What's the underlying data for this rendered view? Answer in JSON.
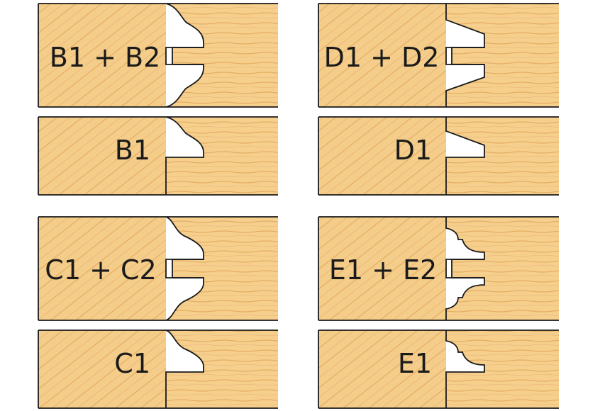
{
  "colors": {
    "wood": "#f5cd8a",
    "grain": "#e4ae64",
    "outline": "#1a1a1a",
    "background": "#ffffff"
  },
  "panels": [
    {
      "id": "b1-b2",
      "label": "B1 + B2",
      "profile": "ogee-bead",
      "joint": "tongue-and-groove"
    },
    {
      "id": "b1",
      "label": "B1",
      "profile": "ogee-bead",
      "joint": "single"
    },
    {
      "id": "d1-d2",
      "label": "D1 + D2",
      "profile": "chamfer",
      "joint": "tongue-and-groove"
    },
    {
      "id": "d1",
      "label": "D1",
      "profile": "chamfer",
      "joint": "single"
    },
    {
      "id": "c1-c2",
      "label": "C1 + C2",
      "profile": "cove-bead",
      "joint": "tongue-and-groove"
    },
    {
      "id": "c1",
      "label": "C1",
      "profile": "cove-bead",
      "joint": "single"
    },
    {
      "id": "e1-e2",
      "label": "E1 + E2",
      "profile": "stepped-ogee",
      "joint": "tongue-and-groove"
    },
    {
      "id": "e1",
      "label": "E1",
      "profile": "stepped-ogee",
      "joint": "single"
    }
  ]
}
